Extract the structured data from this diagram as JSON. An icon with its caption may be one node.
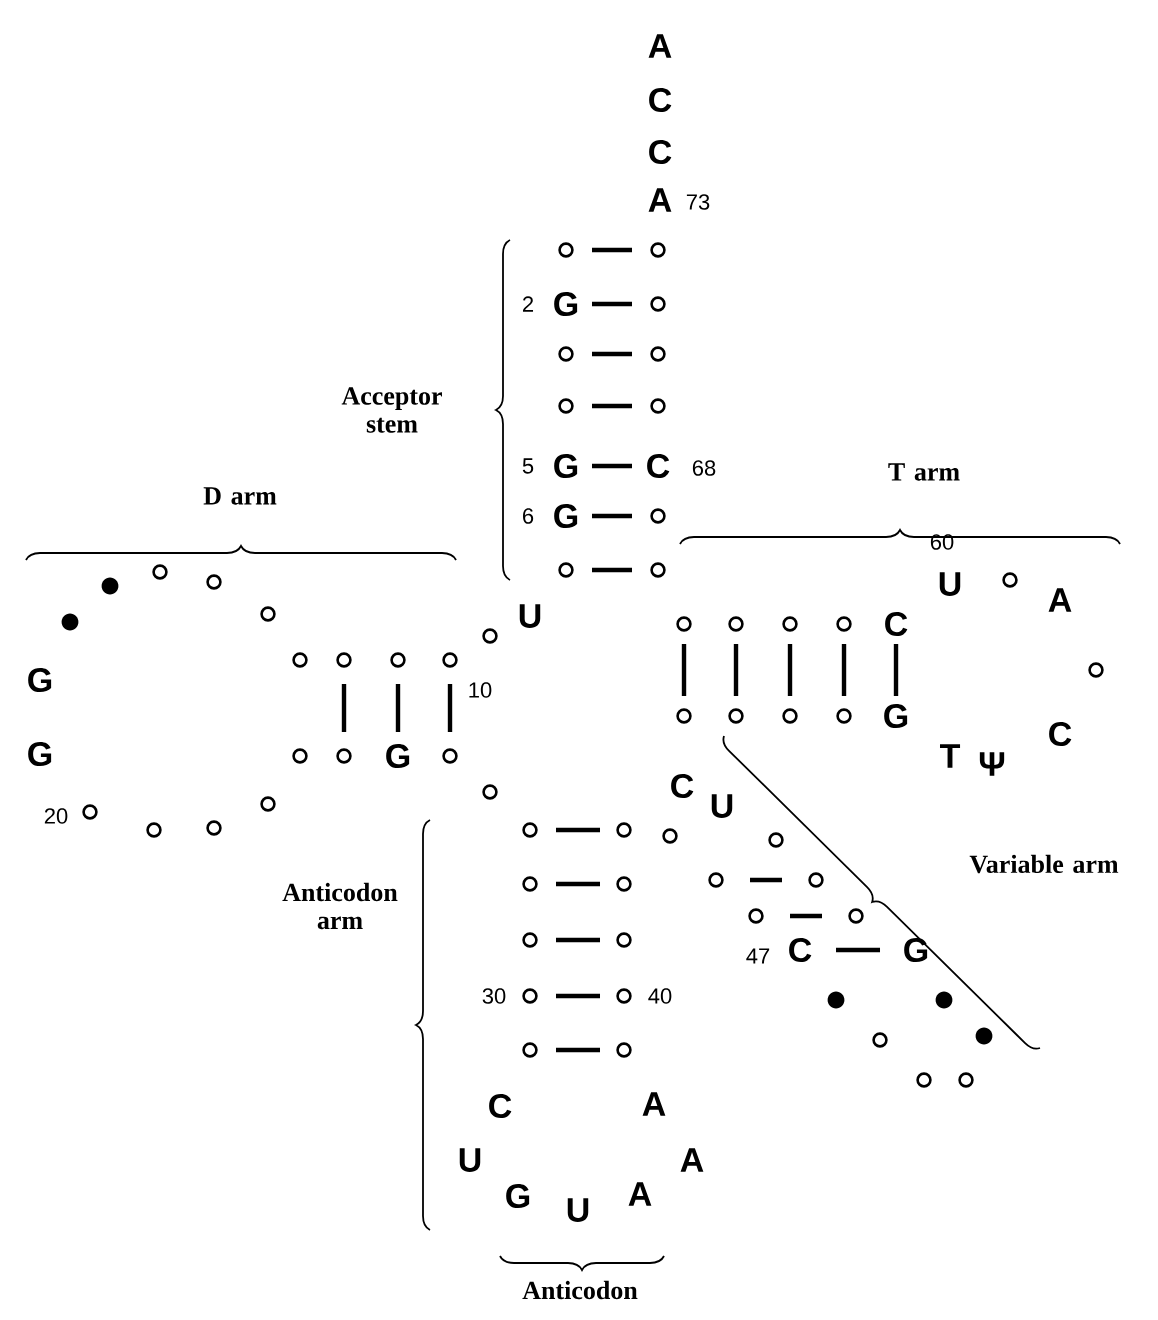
{
  "diagram": {
    "labels": [
      "A",
      "C",
      "C",
      "A",
      "73",
      "2",
      "G",
      "Acceptor stem",
      "5",
      "G",
      "C",
      "68",
      "D arm",
      "6",
      "G",
      "T arm",
      "60",
      "U",
      "U",
      "A",
      "C",
      "G",
      "10",
      "G",
      "G",
      "G",
      "C",
      "T",
      "Ψ",
      "C",
      "U",
      "20",
      "Variable arm",
      "Anticodon arm",
      "30",
      "40",
      "47",
      "C",
      "G",
      "C",
      "A",
      "U",
      "A",
      "G",
      "U",
      "A",
      "Anticodon"
    ]
  }
}
